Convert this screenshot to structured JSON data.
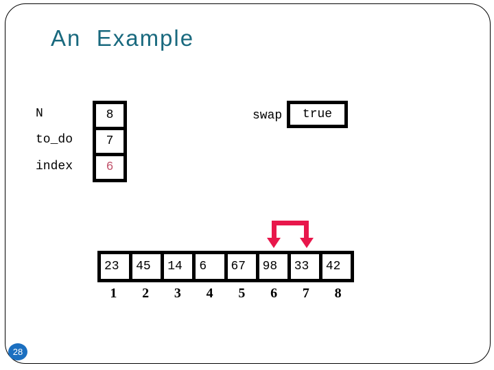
{
  "slide": {
    "title": "An  Example",
    "page_number": "28"
  },
  "variables": [
    {
      "label": "N",
      "value": "8"
    },
    {
      "label": "to_do",
      "value": "7"
    },
    {
      "label": "index",
      "value": "6"
    }
  ],
  "swap_flag": {
    "label": "swap",
    "value": "true"
  },
  "array": {
    "values": [
      "23",
      "45",
      "14",
      "6",
      "67",
      "98",
      "33",
      "42"
    ],
    "indices": [
      "1",
      "2",
      "3",
      "4",
      "5",
      "6",
      "7",
      "8"
    ]
  },
  "arrow": {
    "type": "swap-bracket",
    "points_to_positions": [
      6,
      7
    ]
  },
  "colors": {
    "title": "#19697E",
    "arrow": "#E8174B",
    "highlighted_value": "#C2556D",
    "page_badge": "#1B6FC0"
  }
}
